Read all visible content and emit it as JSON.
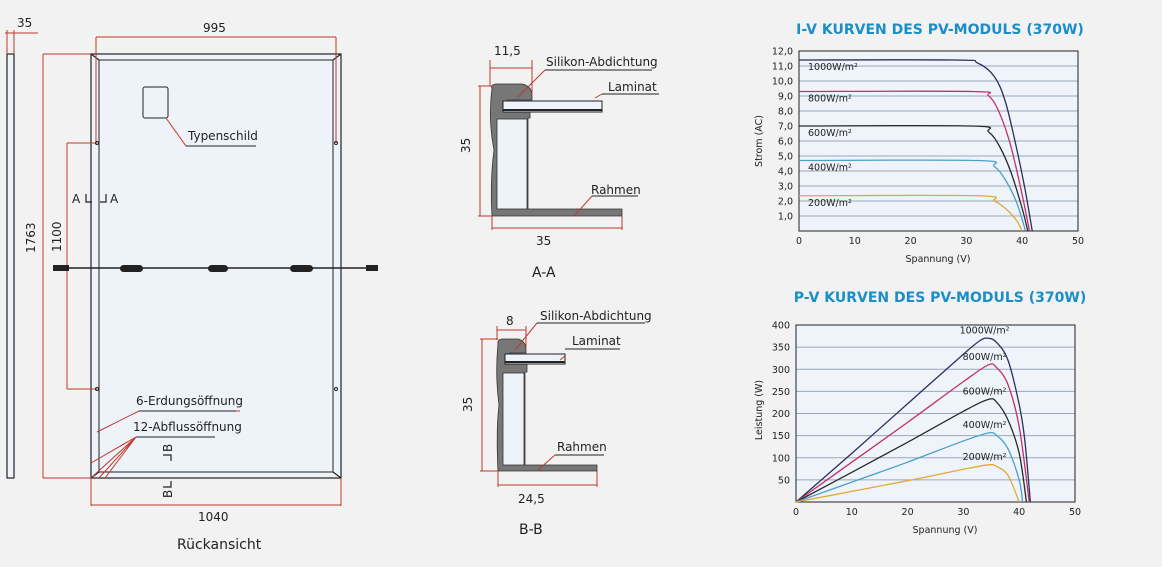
{
  "drawing": {
    "side_width": "35",
    "frame_inner_width": "995",
    "total_height": "1763",
    "mount_spacing": "1100",
    "total_width": "1040",
    "nameplate": "Typenschild",
    "section_a_left": "A",
    "section_a_right": "A",
    "section_b_top": "B",
    "section_b_bottom": "B",
    "grounding_holes": "6-Erdungsöffnung",
    "drain_holes": "12-Abflussöffnung",
    "view_title": "Rückansicht"
  },
  "section_aa": {
    "lip_width": "11,5",
    "sealant": "Silikon-Abdichtung",
    "laminate": "Laminat",
    "height": "35",
    "frame": "Rahmen",
    "base_width": "35",
    "title": "A-A"
  },
  "section_bb": {
    "lip_width": "8",
    "sealant": "Silikon-Abdichtung",
    "laminate": "Laminat",
    "height": "35",
    "frame": "Rahmen",
    "base_width": "24,5",
    "title": "B-B"
  },
  "chart_data": [
    {
      "type": "line",
      "title": "I-V KURVEN DES PV-MODULS (370W)",
      "xlabel": "Spannung (V)",
      "ylabel": "Strom (AC)",
      "xlim": [
        0,
        50
      ],
      "ylim": [
        0,
        12
      ],
      "xticks": [
        0,
        10,
        20,
        30,
        40,
        50
      ],
      "xtick_labels": [
        "0",
        "10",
        "20",
        "30",
        "40",
        "50"
      ],
      "yticks": [
        1,
        2,
        3,
        4,
        5,
        6,
        7,
        8,
        9,
        10,
        11,
        12
      ],
      "ytick_labels": [
        "1,0",
        "2,0",
        "3,0",
        "4,0",
        "5,0",
        "6,0",
        "7,0",
        "8,0",
        "9,0",
        "10,0",
        "11,0",
        "12,0"
      ],
      "grid": true,
      "series": [
        {
          "name": "1000W/m²",
          "color": "#2c2f5c",
          "x": [
            0,
            28,
            32,
            35,
            37,
            39,
            40.5,
            41.8
          ],
          "y": [
            11.4,
            11.4,
            11.2,
            10.3,
            8.6,
            5.5,
            2.8,
            0
          ]
        },
        {
          "name": "800W/m²",
          "color": "#c2306a",
          "x": [
            0,
            31,
            34,
            36,
            38,
            40,
            41.3
          ],
          "y": [
            9.3,
            9.3,
            9.0,
            7.8,
            5.6,
            2.4,
            0
          ]
        },
        {
          "name": "600W/m²",
          "color": "#2a2a2a",
          "x": [
            0,
            31,
            34,
            36,
            38,
            40,
            41
          ],
          "y": [
            7.0,
            7.0,
            6.6,
            5.6,
            3.9,
            1.5,
            0
          ]
        },
        {
          "name": "400W/m²",
          "color": "#4a9fcb",
          "x": [
            0,
            32,
            35,
            37,
            39,
            40.6
          ],
          "y": [
            4.7,
            4.7,
            4.3,
            3.4,
            1.9,
            0
          ]
        },
        {
          "name": "200W/m²",
          "color": "#e3a83a",
          "x": [
            0,
            32,
            35,
            37,
            39,
            40
          ],
          "y": [
            2.35,
            2.35,
            2.0,
            1.5,
            0.7,
            0
          ]
        }
      ]
    },
    {
      "type": "line",
      "title": "P-V KURVEN DES PV-MODULS (370W)",
      "xlabel": "Spannung (V)",
      "ylabel": "Leistung (W)",
      "xlim": [
        0,
        50
      ],
      "ylim": [
        0,
        400
      ],
      "xticks": [
        0,
        10,
        20,
        30,
        40,
        50
      ],
      "xtick_labels": [
        "0",
        "10",
        "20",
        "30",
        "40",
        "50"
      ],
      "yticks": [
        50,
        100,
        150,
        200,
        250,
        300,
        350,
        400
      ],
      "ytick_labels": [
        "50",
        "100",
        "150",
        "200",
        "250",
        "300",
        "350",
        "400"
      ],
      "grid": true,
      "series": [
        {
          "name": "1000W/m²",
          "color": "#2c2f5c",
          "x": [
            0,
            10,
            20,
            30,
            33,
            34.5,
            36,
            38,
            40,
            41,
            42
          ],
          "y": [
            0,
            110,
            222,
            334,
            365,
            370,
            360,
            320,
            220,
            140,
            0
          ]
        },
        {
          "name": "800W/m²",
          "color": "#c2306a",
          "x": [
            0,
            10,
            20,
            30,
            34.5,
            36,
            38,
            40,
            41.8
          ],
          "y": [
            0,
            90,
            180,
            272,
            310,
            303,
            265,
            170,
            0
          ]
        },
        {
          "name": "600W/m²",
          "color": "#2a2a2a",
          "x": [
            0,
            10,
            20,
            30,
            34.5,
            36,
            38,
            40,
            41.3
          ],
          "y": [
            0,
            67,
            135,
            205,
            232,
            225,
            185,
            110,
            0
          ]
        },
        {
          "name": "400W/m²",
          "color": "#4a9fcb",
          "x": [
            0,
            10,
            20,
            30,
            34.5,
            36,
            38,
            40,
            40.6
          ],
          "y": [
            0,
            45,
            90,
            138,
            156,
            150,
            120,
            50,
            0
          ]
        },
        {
          "name": "200W/m²",
          "color": "#e3a83a",
          "x": [
            0,
            10,
            20,
            30,
            34.5,
            36,
            38,
            40
          ],
          "y": [
            0,
            24,
            48,
            74,
            84,
            80,
            60,
            0
          ]
        }
      ]
    }
  ]
}
